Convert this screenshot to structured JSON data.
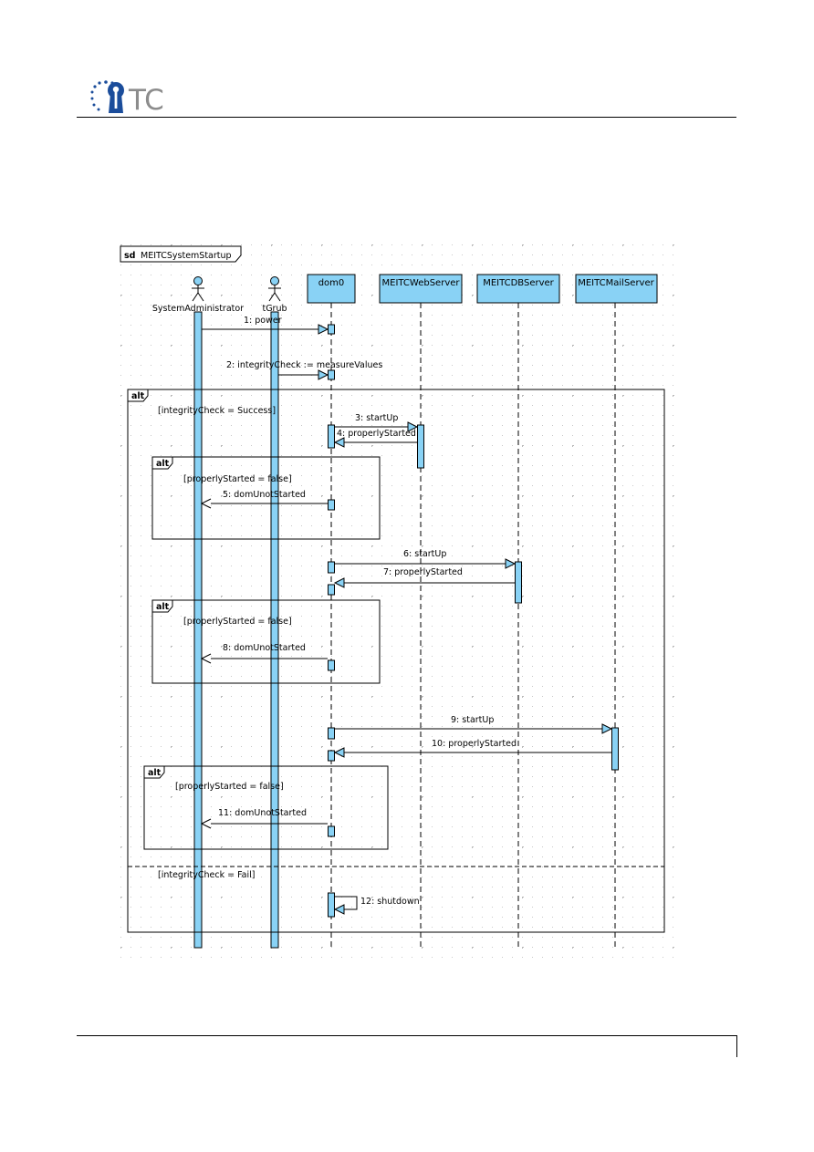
{
  "header": {
    "logo_text": "TC",
    "logo_colors": {
      "blue": "#1b4d9b",
      "gray": "#8c8c8c"
    }
  },
  "diagram": {
    "frame_kind": "sd",
    "frame_title": "MEITCSystemStartup",
    "colors": {
      "fill": "#89d2f5",
      "stroke": "#000000",
      "grid": "#c8c8c8"
    },
    "lifelines": [
      {
        "name": "SystemAdministrator",
        "kind": "actor"
      },
      {
        "name": "tGrub",
        "kind": "actor"
      },
      {
        "name": "dom0",
        "kind": "object"
      },
      {
        "name": "MEITCWebServer",
        "kind": "object"
      },
      {
        "name": "MEITCDBServer",
        "kind": "object"
      },
      {
        "name": "MEITCMailServer",
        "kind": "object"
      }
    ],
    "messages": [
      "1: power",
      "2: integrityCheck := measureValues",
      "3: startUp",
      "4: properlyStarted",
      "5: domUnotStarted",
      "6: startUp",
      "7: properlyStarted",
      "8: domUnotStarted",
      "9: startUp",
      "10: properlyStarted",
      "11: domUnotStarted",
      "12: shutdown"
    ],
    "fragment_label": "alt",
    "guards": {
      "outer_success": "[integrityCheck = Success]",
      "outer_fail": "[integrityCheck = Fail]",
      "inner1": "[properlyStarted = false]",
      "inner2": "[properlyStarted = false]",
      "inner3": "[properlyStarted = false]"
    }
  }
}
